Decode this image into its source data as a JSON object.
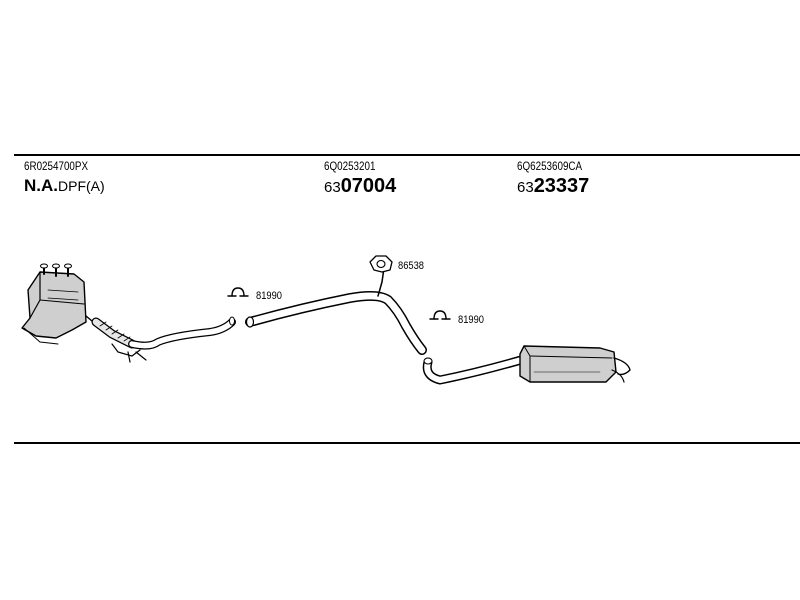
{
  "parts": {
    "left": {
      "article": "6R0254700PX",
      "note_main": "N.A.",
      "note_sub": "DPF(A)"
    },
    "middle": {
      "article": "6Q0253201",
      "number_prefix": "63",
      "number_main": "07004"
    },
    "right": {
      "article": "6Q6253609CA",
      "number_prefix": "63",
      "number_main": "23337"
    }
  },
  "callouts": {
    "clamp_left": "81990",
    "mount": "86538",
    "clamp_right": "81990"
  }
}
